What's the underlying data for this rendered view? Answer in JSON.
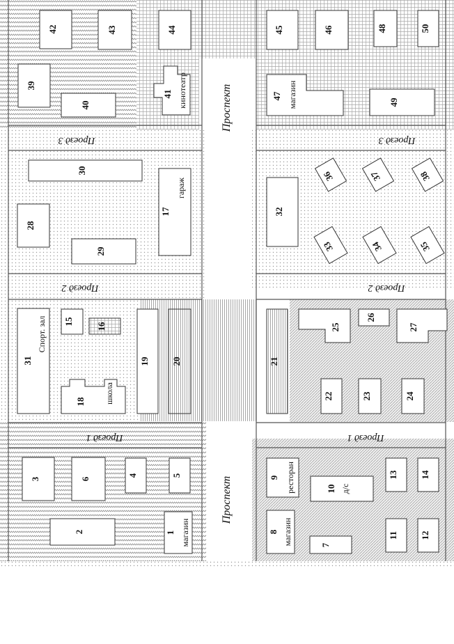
{
  "streets": {
    "prospekt_left": "Проспект",
    "prospekt_right": "Проспект",
    "proezd1_left": "Проезд 1",
    "proezd1_right": "Проезд 1",
    "proezd2_left": "Проезд 2",
    "proezd2_right": "Проезд 2",
    "proezd3_left": "Проезд 3",
    "proezd3_right": "Проезд 3"
  },
  "buildings": {
    "b1": {
      "num": "1",
      "label": "магазин"
    },
    "b2": {
      "num": "2"
    },
    "b3": {
      "num": "3"
    },
    "b4": {
      "num": "4"
    },
    "b5": {
      "num": "5"
    },
    "b6": {
      "num": "6"
    },
    "b7": {
      "num": "7"
    },
    "b8": {
      "num": "8",
      "label": "магазин"
    },
    "b9": {
      "num": "9",
      "label": "ресторан"
    },
    "b10": {
      "num": "10",
      "label": "д/с"
    },
    "b11": {
      "num": "11"
    },
    "b12": {
      "num": "12"
    },
    "b13": {
      "num": "13"
    },
    "b14": {
      "num": "14"
    },
    "b15": {
      "num": "15"
    },
    "b16": {
      "num": "16"
    },
    "b17": {
      "num": "17",
      "label": "гараж"
    },
    "b18": {
      "num": "18",
      "label": "школа"
    },
    "b19": {
      "num": "19"
    },
    "b20": {
      "num": "20"
    },
    "b21": {
      "num": "21"
    },
    "b22": {
      "num": "22"
    },
    "b23": {
      "num": "23"
    },
    "b24": {
      "num": "24"
    },
    "b25": {
      "num": "25"
    },
    "b26": {
      "num": "26"
    },
    "b27": {
      "num": "27"
    },
    "b28": {
      "num": "28"
    },
    "b29": {
      "num": "29"
    },
    "b30": {
      "num": "30"
    },
    "b31": {
      "num": "31",
      "label": "Спорт. зал"
    },
    "b32": {
      "num": "32"
    },
    "b33": {
      "num": "33"
    },
    "b34": {
      "num": "34"
    },
    "b35": {
      "num": "35"
    },
    "b36": {
      "num": "36"
    },
    "b37": {
      "num": "37"
    },
    "b38": {
      "num": "38"
    },
    "b39": {
      "num": "39"
    },
    "b40": {
      "num": "40"
    },
    "b41": {
      "num": "41",
      "label": "кинотеатр"
    },
    "b42": {
      "num": "42"
    },
    "b43": {
      "num": "43"
    },
    "b44": {
      "num": "44"
    },
    "b45": {
      "num": "45"
    },
    "b46": {
      "num": "46"
    },
    "b47": {
      "num": "47",
      "label": "магазин"
    },
    "b48": {
      "num": "48"
    },
    "b49": {
      "num": "49"
    },
    "b50": {
      "num": "50"
    }
  }
}
